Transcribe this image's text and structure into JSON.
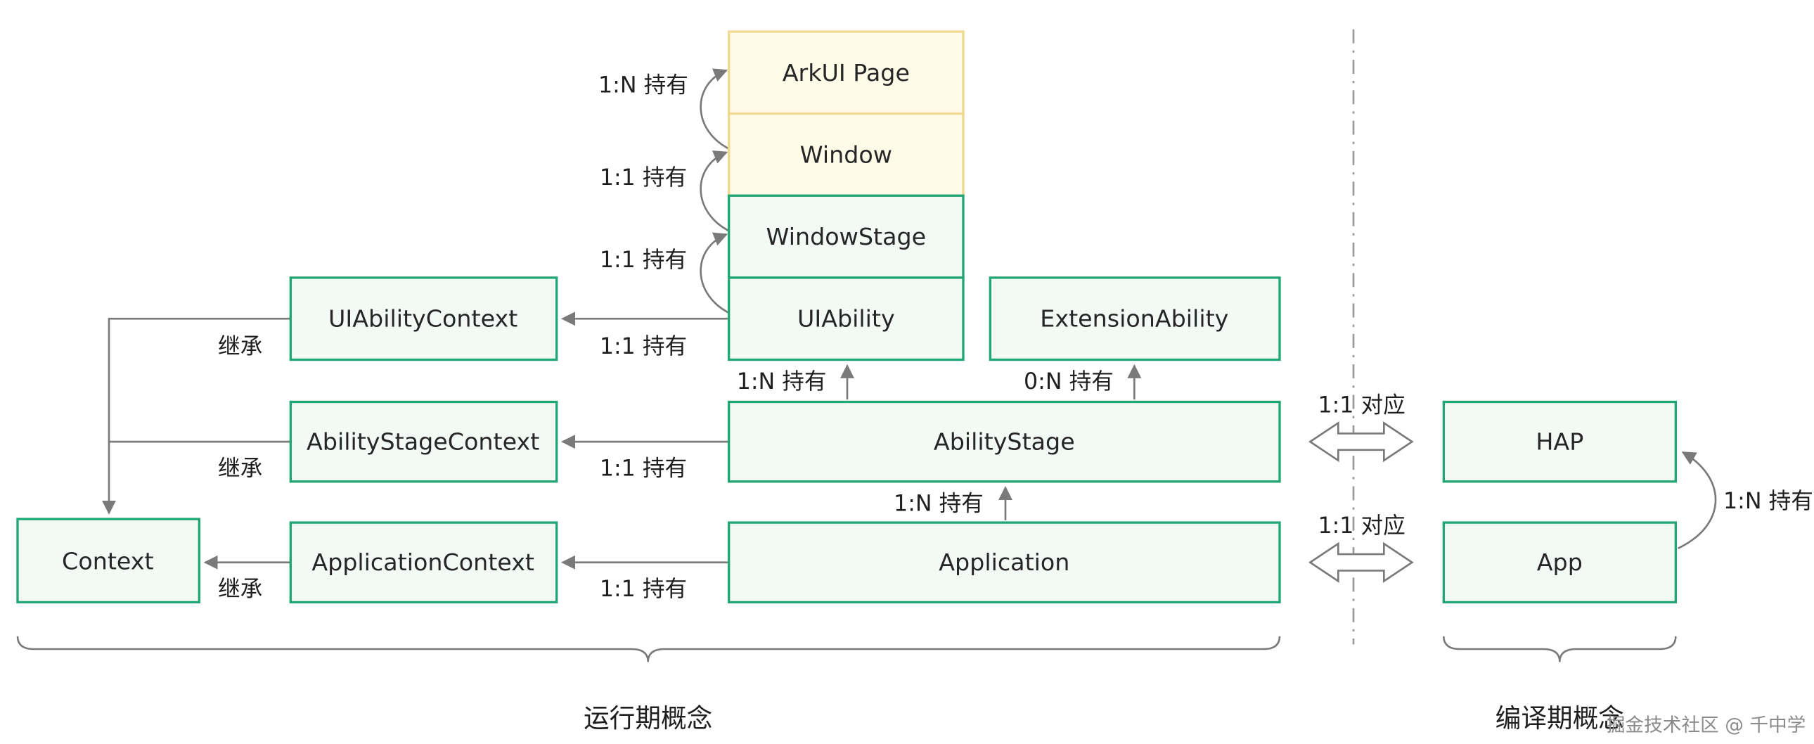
{
  "diagram": {
    "nodes": {
      "arkui_page": "ArkUI Page",
      "window": "Window",
      "window_stage": "WindowStage",
      "uiability": "UIAbility",
      "extension_ability": "ExtensionAbility",
      "uiability_context": "UIAbilityContext",
      "ability_stage_context": "AbilityStageContext",
      "application_context": "ApplicationContext",
      "context": "Context",
      "ability_stage": "AbilityStage",
      "application": "Application",
      "hap": "HAP",
      "app": "App"
    },
    "edge_labels": {
      "window_holds_arkui_page": "1:N 持有",
      "windowstage_holds_window": "1:1 持有",
      "uiability_holds_windowstage": "1:1 持有",
      "uiability_holds_uiabilitycontext": "1:1 持有",
      "uiabilitycontext_inherits_context": "继承",
      "abilitystage_holds_uiability": "1:N 持有",
      "abilitystage_holds_extensionability": "0:N 持有",
      "abilitystage_holds_abilitystagecontext": "1:1 持有",
      "abilitystagecontext_inherits_context": "继承",
      "application_holds_abilitystage": "1:N 持有",
      "application_holds_applicationcontext": "1:1 持有",
      "applicationcontext_inherits_context": "继承",
      "abilitystage_corresponds_hap": "1:1 对应",
      "application_corresponds_app": "1:1 对应",
      "app_holds_hap": "1:N 持有"
    },
    "groups": {
      "runtime_label": "运行期概念",
      "compile_label": "编译期概念"
    },
    "watermark": "掘金技术社区 @ 千中学",
    "colors": {
      "green_border": "#21A675",
      "green_fill": "#F3FAF6",
      "yellow_border": "#EFD88F",
      "yellow_fill": "#FFFBE8",
      "connector": "#7A7A7A",
      "text": "#262626"
    }
  }
}
